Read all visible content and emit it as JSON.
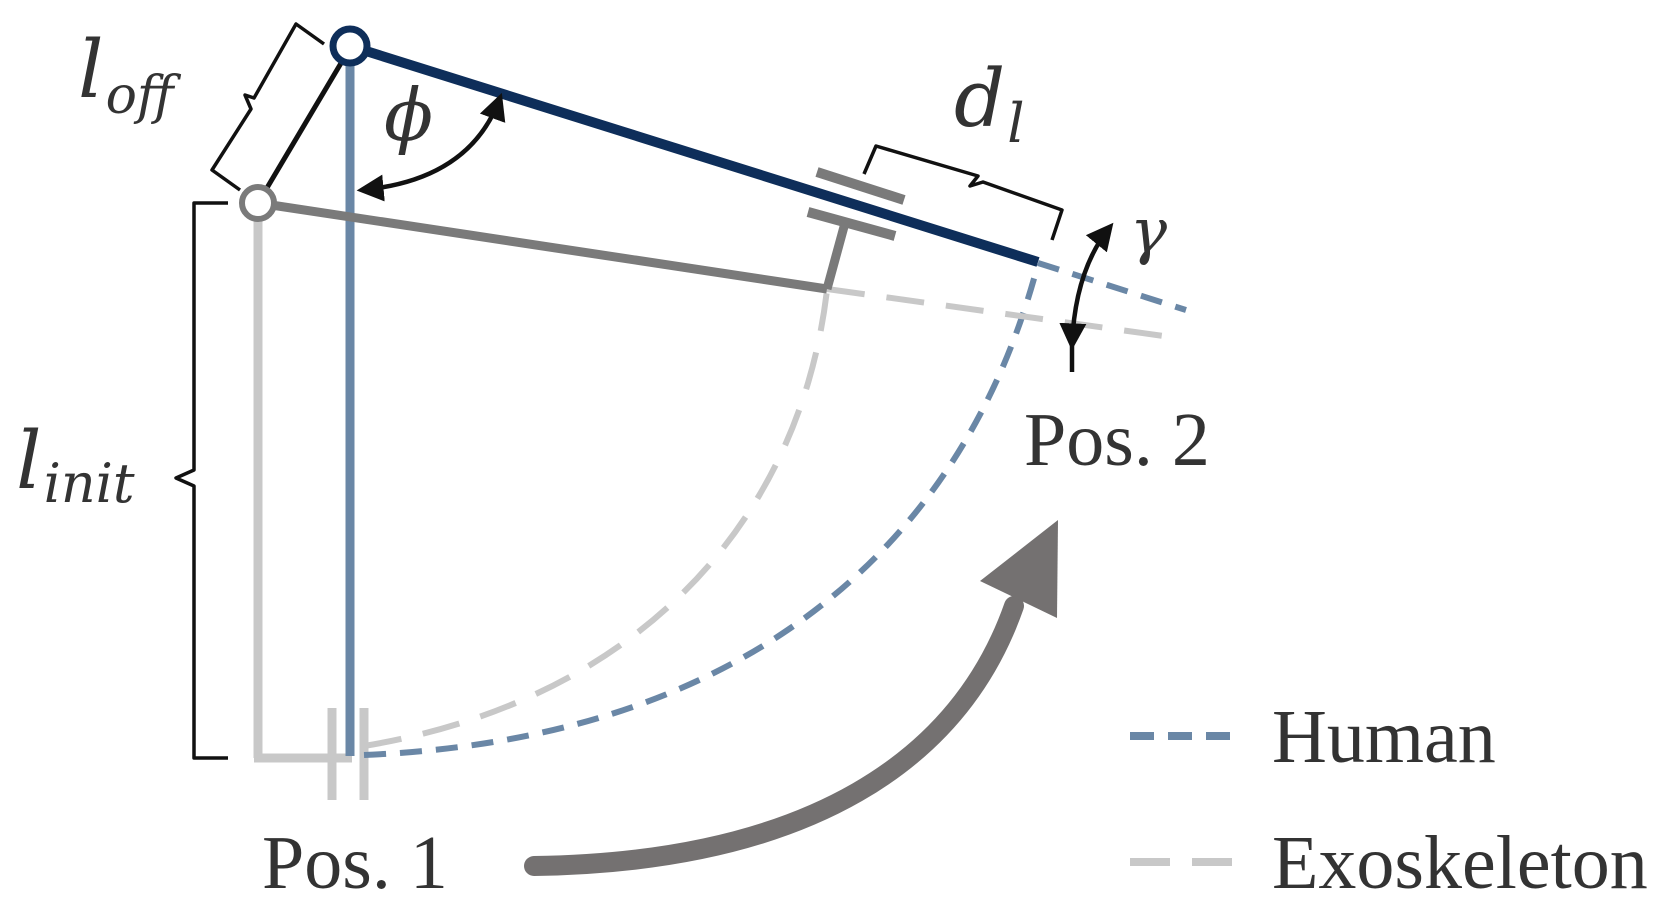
{
  "colors": {
    "human": "#0e2e5a",
    "human_light": "#6a87a6",
    "exo": "#7a7a7a",
    "exo_light": "#c8c8c8",
    "ink": "#111111",
    "arrow": "#747171"
  },
  "labels": {
    "loff_main": "l",
    "loff_sub": "off",
    "linit_main": "l",
    "linit_sub": "init",
    "phi": "ϕ",
    "dl_main": "d",
    "dl_sub": "l",
    "gamma": "γ",
    "pos1": "Pos. 1",
    "pos2": "Pos. 2"
  },
  "legend": {
    "items": [
      {
        "name": "Human",
        "color_key": "human_light",
        "dash": "short"
      },
      {
        "name": "Exoskeleton",
        "color_key": "exo_light",
        "dash": "long"
      }
    ]
  }
}
